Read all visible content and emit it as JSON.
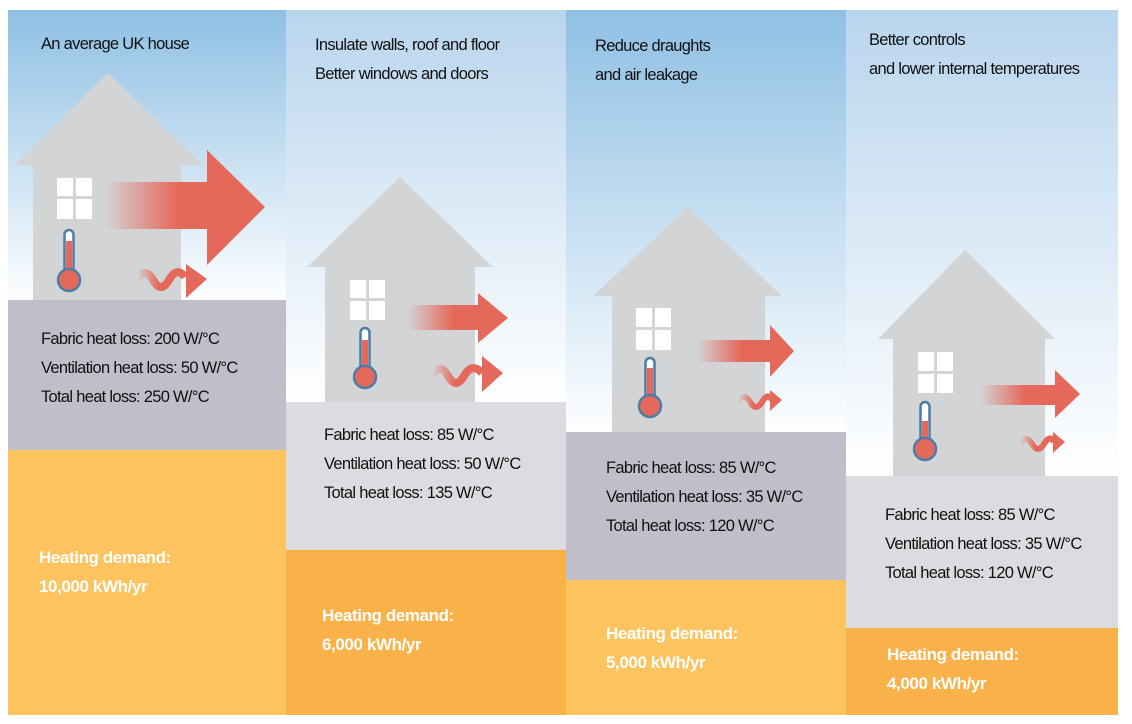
{
  "colors": {
    "sky": "#8fc0e4",
    "house": "#d3d4d6",
    "arrow": "#e5695b",
    "thermo_outline": "#4d7ca6",
    "loss_dark": "#c0bec8",
    "loss_light": "#dcdbe0",
    "demand_light": "#fcc35f",
    "demand_dark": "#f9b14a"
  },
  "panels": [
    {
      "title": [
        "An average UK house"
      ],
      "losses": [
        "Fabric heat loss: 200 W/°C",
        "Ventilation heat loss: 50 W/°C",
        "Total heat loss: 250 W/°C"
      ],
      "demand": [
        "Heating demand:",
        "10,000 kWh/yr"
      ]
    },
    {
      "title": [
        "Insulate walls, roof and floor",
        "Better windows and doors"
      ],
      "losses": [
        "Fabric heat loss: 85 W/°C",
        "Ventilation heat loss: 50 W/°C",
        "Total heat loss: 135 W/°C"
      ],
      "demand": [
        "Heating demand:",
        "6,000 kWh/yr"
      ]
    },
    {
      "title": [
        "Reduce draughts",
        "and air leakage"
      ],
      "losses": [
        "Fabric heat loss: 85 W/°C",
        "Ventilation heat loss: 35 W/°C",
        "Total heat loss: 120 W/°C"
      ],
      "demand": [
        "Heating demand:",
        "5,000 kWh/yr"
      ]
    },
    {
      "title": [
        "Better controls",
        "and lower internal temperatures"
      ],
      "losses": [
        "Fabric heat loss: 85 W/°C",
        "Ventilation heat loss: 35 W/°C",
        "Total heat loss: 120 W/°C"
      ],
      "demand": [
        "Heating demand:",
        "4,000 kWh/yr"
      ]
    }
  ]
}
